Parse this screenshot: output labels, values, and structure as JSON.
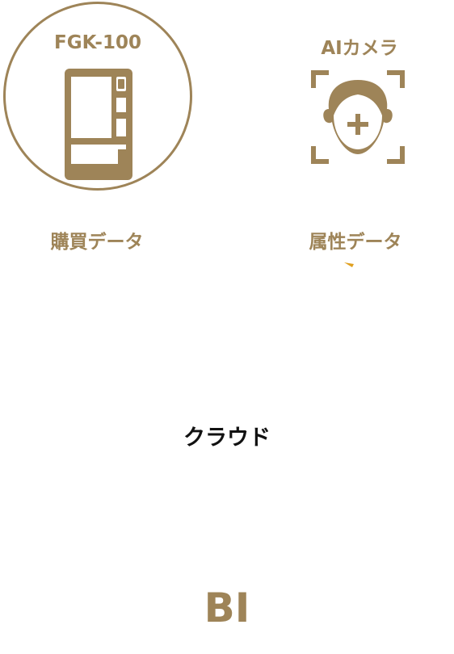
{
  "colors": {
    "accent": "#9e8458",
    "text": "#111111",
    "marker": "#e0a020"
  },
  "vending_machine": {
    "title": "FGK-100",
    "icon": "vending-machine-icon"
  },
  "ai_camera": {
    "title": "AIカメラ",
    "icon": "face-scan-icon"
  },
  "labels": {
    "purchase_data": "購買データ",
    "attribute_data": "属性データ",
    "cloud": "クラウド",
    "bi": "BI"
  }
}
